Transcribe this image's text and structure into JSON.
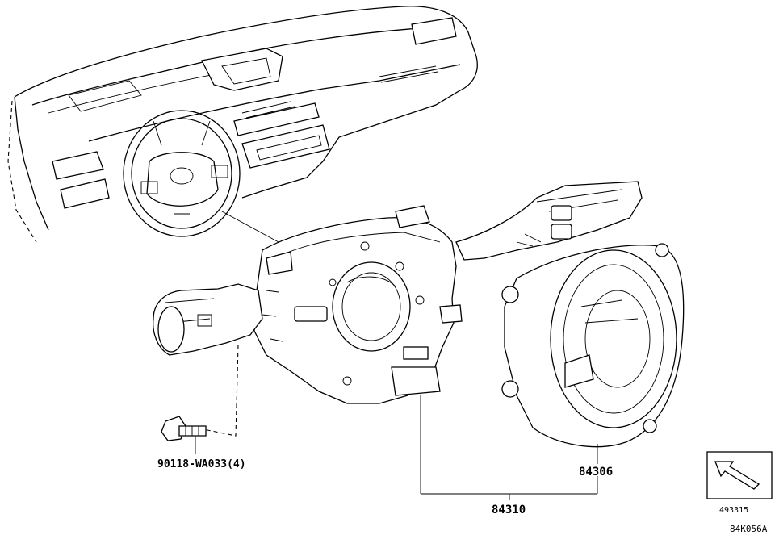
{
  "callouts": {
    "bolt": "90118-WA033(4)",
    "spiral_cable": "84306",
    "switch_assembly": "84310",
    "icon_code": "493315",
    "figure_code": "84K056A"
  }
}
